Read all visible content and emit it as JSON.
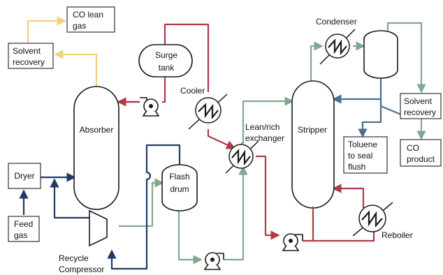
{
  "colors": {
    "red": "#b03a48",
    "navy": "#1f3b63",
    "green": "#7fa88c",
    "yellow": "#f2d27a",
    "steel": "#4a6f8f"
  },
  "labels": {
    "co_lean_1": "CO lean",
    "co_lean_2": "gas",
    "solvent_recovery_left_1": "Solvent",
    "solvent_recovery_left_2": "recovery",
    "surge_tank_1": "Surge",
    "surge_tank_2": "tank",
    "cooler": "Cooler",
    "absorber": "Absorber",
    "flash_drum_1": "Flash",
    "flash_drum_2": "drum",
    "dryer": "Dryer",
    "feed_gas_1": "Feed",
    "feed_gas_2": "gas",
    "recycle_compressor_1": "Recycle",
    "recycle_compressor_2": "Compressor",
    "lean_rich_1": "Lean/rich",
    "lean_rich_2": "exchanger",
    "stripper": "Stripper",
    "condenser": "Condenser",
    "solvent_recovery_right_1": "Solvent",
    "solvent_recovery_right_2": "recovery",
    "co_product_1": "CO",
    "co_product_2": "product",
    "toluene_1": "Toluene",
    "toluene_2": "to seal",
    "toluene_3": "flush",
    "reboiler": "Reboiler"
  }
}
